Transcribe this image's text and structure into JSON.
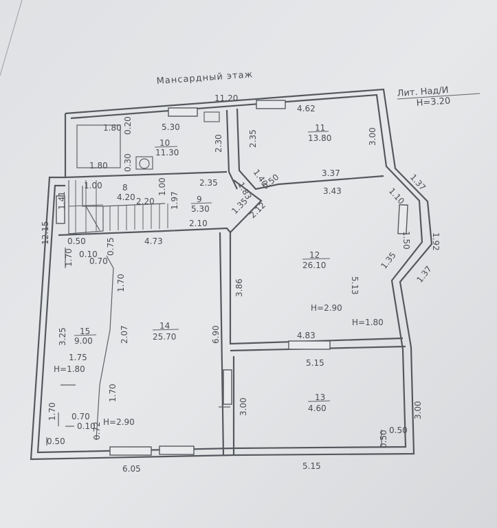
{
  "plan": {
    "floor_title": "Мансардный этаж",
    "lit_label": "Лит. Над/И",
    "lit_height": "H=3.20",
    "rooms": [
      {
        "no": "8",
        "area": "4.20"
      },
      {
        "no": "9",
        "area": "5.30"
      },
      {
        "no": "10",
        "area": "11.30"
      },
      {
        "no": "11",
        "area": "13.80"
      },
      {
        "no": "12",
        "area": "26.10"
      },
      {
        "no": "13",
        "area": "4.60"
      },
      {
        "no": "14",
        "area": "25.70"
      },
      {
        "no": "15",
        "area": "9.00"
      }
    ],
    "heights": {
      "room12_a": "H=2.90",
      "room12_b": "H=1.80",
      "room15": "H=1.80",
      "room14": "H=2.90"
    },
    "dims": {
      "top_total": "11.20",
      "r10_top": "5.30",
      "r10_left_a": "0.20",
      "r10_left_b": "0.30",
      "r10_side": "2.30",
      "r10_inner_a": "1.80",
      "r10_inner_b": "1.80",
      "r11_top": "4.62",
      "r11_left": "2.35",
      "r11_right": "3.00",
      "r11_bottom": "3.37",
      "bay_a": "1.37",
      "bay_b": "1.92",
      "bay_c": "1.37",
      "r12_top": "3.43",
      "r12_bay_a": "1.10",
      "r12_bay_b": "1.50",
      "r12_bay_c": "1.35",
      "r12_side": "5.13",
      "r12_left": "3.86",
      "r12_bottom": "4.83",
      "diag_a": "1.40",
      "diag_b": "0.50",
      "diag_c": "1.83",
      "diag_d": "1.35",
      "diag_e": "2.12",
      "st_a": "1.00",
      "st_b": "1.41",
      "st_c": "2.20",
      "st_d": "1.00",
      "st_e": "1.97",
      "r9_top": "2.35",
      "r9_bottom": "2.10",
      "left_total": "12.15",
      "r14_top": "4.73",
      "r15_a": "0.50",
      "r15_b": "0.75",
      "r15_c": "0.10",
      "r15_d": "0.70",
      "r15_e": "1.70",
      "r15_f": "1.70",
      "r15_g": "3.25",
      "r15_h": "1.75",
      "r15_i": "2.07",
      "r15_j": "1.70",
      "r15_k": "1.70",
      "r15_l": "0.70",
      "r15_m": "0.10",
      "r15_n": "0.72",
      "r15_o": "0.50",
      "r14_right": "6.90",
      "r13_top": "5.15",
      "r13_left": "3.00",
      "r13_right": "3.00",
      "r13_a": "0.50",
      "r13_b": "0.50",
      "bottom_left": "6.05",
      "bottom_right": "5.15"
    }
  }
}
